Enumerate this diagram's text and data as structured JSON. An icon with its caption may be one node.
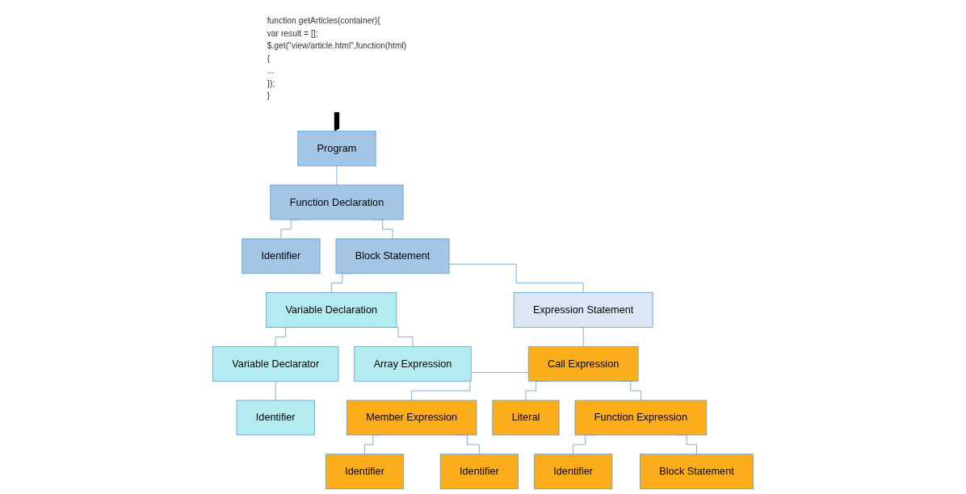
{
  "diagram": {
    "nodes": [
      {
        "text": [
          "function getArticles(container){",
          "var result = [];",
          "$.get(\"view/article.html\",function(html){",
          "...",
          "});",
          "}"
        ]
      },
      {
        "text": [
          "Program"
        ]
      },
      {
        "text": [
          "Function Declaration"
        ]
      },
      {
        "text": [
          "Identifier"
        ]
      },
      {
        "text": [
          "Block Statement"
        ]
      },
      {
        "text": [
          "Variable Declaration"
        ]
      },
      {
        "text": [
          "Expression Statement"
        ]
      },
      {
        "text": [
          "Variable Declarator"
        ]
      },
      {
        "text": [
          "Array Expression"
        ]
      },
      {
        "text": [
          "Call Expression"
        ]
      },
      {
        "text": [
          "Identifier"
        ]
      },
      {
        "text": [
          "Member Expression"
        ]
      },
      {
        "text": [
          "Literal"
        ]
      },
      {
        "text": [
          "Function Expression"
        ]
      },
      {
        "text": [
          "Identifier"
        ]
      },
      {
        "text": [
          "Identifier"
        ]
      },
      {
        "text": [
          "Identifier"
        ]
      },
      {
        "text": [
          "Block Statement"
        ]
      }
    ],
    "edges": [
      {
        "from": 0,
        "to": 1,
        "arrow": "to",
        "style": "thick",
        "color": "#000000"
      },
      {
        "from": 1,
        "to": 2,
        "arrow": "none"
      },
      {
        "from": 2,
        "to": 3,
        "arrow": "none"
      },
      {
        "from": 2,
        "to": 4,
        "arrow": "none"
      },
      {
        "from": 4,
        "to": 5,
        "arrow": "none"
      },
      {
        "from": 4,
        "to": 6,
        "arrow": "none"
      },
      {
        "from": 5,
        "to": 7,
        "arrow": "none"
      },
      {
        "from": 5,
        "to": 8,
        "arrow": "none"
      },
      {
        "from": 6,
        "to": 9,
        "arrow": "none"
      },
      {
        "from": 7,
        "to": 10,
        "arrow": "none"
      },
      {
        "from": 9,
        "to": 11,
        "arrow": "none"
      },
      {
        "from": 9,
        "to": 12,
        "arrow": "none"
      },
      {
        "from": 9,
        "to": 13,
        "arrow": "none"
      },
      {
        "from": 11,
        "to": 14,
        "arrow": "none"
      },
      {
        "from": 11,
        "to": 15,
        "arrow": "none"
      },
      {
        "from": 13,
        "to": 16,
        "arrow": "none"
      },
      {
        "from": 13,
        "to": 17,
        "arrow": "none"
      }
    ]
  }
}
